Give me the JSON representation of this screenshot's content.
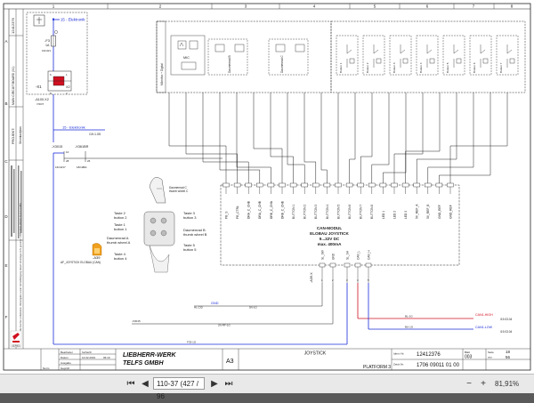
{
  "sheet": {
    "column_numbers": [
      "1",
      "2",
      "3",
      "4",
      "5",
      "6",
      "7",
      "8"
    ],
    "row_letters": [
      "A",
      "B",
      "C",
      "D",
      "E",
      "F"
    ],
    "drawing_number_side": "12412376",
    "side_title": "MAIN CIRCUIT BOARD (X1)",
    "project_label": "PROJEKT:",
    "project_sub": "Stromlaufplan",
    "copyright_note": "Urheberrecht - Alle Rechte vorbehalten. Weitergabe sowie Vervielfältigung dieser Unterlage nicht gestattet. LIEBHERR-WERK TELFS GMBH"
  },
  "circuit": {
    "rail_label": "15 - Elektronik",
    "rail_label_2": "15 - Elektronik",
    "fuse_label": "-F3",
    "fuse_value": "1A",
    "fuse_terminal": "16/10/1",
    "module_label": "-X1",
    "x2_label": "X2",
    "pin_a": "6",
    "pin_b": "1",
    "pin_c": "8",
    "pin_d": "2",
    "ref_a100": "-A100.X2",
    "ref_a100_sub": "7/20/7",
    "cross_ref": "/19.1.05",
    "conn_x3015": "-X3015",
    "conn_x361br": "-X361BR",
    "conn_pin_10": "10",
    "conn_pin_28": "28",
    "conn_pin_26": "26",
    "conn_ref_1": "16/19/17",
    "conn_ref_2": "18/19BA",
    "joystick_ref": "-A39",
    "joystick_name": "AF_JOYSTICK ELOBAU (CAN)"
  },
  "top_devices": {
    "mic_label": "MIC",
    "mic_group": "Mikrofon + Digital",
    "dm_b": "Daumenrad B",
    "dm_c": "Daumenrad C",
    "buttons": [
      "Button 1",
      "Button 2",
      "Button 3",
      "Button 4",
      "Button 5",
      "Button 6",
      "Button 7"
    ]
  },
  "module": {
    "pin_labels": [
      "PB_S",
      "PB_CTRL",
      "DRA_C_CHB",
      "DRA_C_CHB",
      "DRB_C_CHA",
      "DRB_C_CHB",
      "BUTTON 1",
      "BUTTON 2",
      "BUTTON 3",
      "BUTTON 4",
      "BUTTON 5",
      "BUTTON 6",
      "BUTTON 7",
      "BUTTON 8",
      "LED 1",
      "LED 2",
      "LED 3",
      "5V_REF_A",
      "5V_REF_B",
      "GND_REF",
      "GND_REF"
    ],
    "title1": "CAN-MODUL",
    "title2": "ELOBAU JOYSTICK",
    "title3": "9...32V DC",
    "title4": "max. 400mA",
    "bottom_ref": "-A39.X",
    "bottom_pins": [
      "1",
      "2",
      "3",
      "4",
      "5",
      "6"
    ],
    "bottom_labels": [
      "SL_SW",
      "GND",
      "SL_SH",
      "CAN_L",
      "CAN_H"
    ]
  },
  "legend": {
    "taste2": "Taste 2",
    "button2": "button 2",
    "taste1": "Taste 1",
    "button1": "button 1",
    "daumenrad_a": "Daumenrad A",
    "thumb_a": "thumb wheel A",
    "taste4": "Taste 4",
    "button4": "button 4",
    "taste3": "Taste 3",
    "button3": "button 3",
    "daumenrad_b": "Daumenrad B",
    "thumb_b": "thumb wheel B",
    "taste5": "Taste 5",
    "button5": "button 5",
    "daumenrad_c": "Daumenrad C",
    "thumb_c": "thumb wheel C"
  },
  "wires": {
    "gnd_label": "GND",
    "sig_gnd": "HL:C/D",
    "wire_gnd": "5N-1G",
    "sig_x3015": "-X3015",
    "wire_sh": "2N-RF-1G",
    "wire_bus": "F33-1G",
    "wire_can": "BL-1G",
    "wire_can2": "BU-1G",
    "can_high": "CAN1-HIGH",
    "can_high_ref": "/19.03.04",
    "can_low": "CAN1-LOW",
    "can_low_ref": "/19.03.04"
  },
  "title_block": {
    "company_line1": "LIEBHERR-WERK",
    "company_line2": "TELFS GMBH",
    "format": "A3",
    "drawing_title": "JOYSTICK",
    "subtitle": "PLATFORM 3",
    "ident_label": "Ident.-Nr.",
    "ident_value": "12412376",
    "drawing_no_label": "Zeich.Nr.",
    "drawing_no_value": "1706 09011 01 00",
    "sheet_label": "Blatt",
    "sheet_value": "003",
    "sheet_of_label": "von",
    "sheet_total": "56",
    "page_label": "Seite",
    "page_value": "18",
    "date_label": "Datum",
    "date_value": "14.02.2019",
    "time_value": "06:19",
    "author_label": "Bearbeiter",
    "author_value": "fuchs20",
    "check_label": "Geprüft",
    "issue_label": "Ausgabe",
    "norm_label": "Norm",
    "logo_caption": "SERIES"
  },
  "toolbar": {
    "page_value": "110-37 (427 / 96",
    "zoom_value": "81,91%"
  }
}
